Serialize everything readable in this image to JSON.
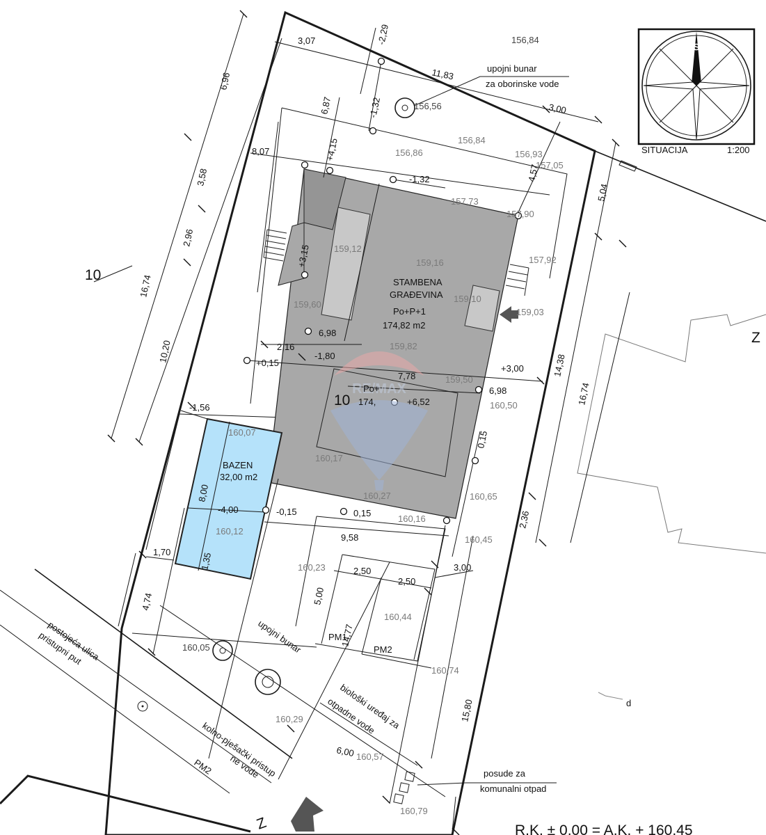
{
  "compass": {
    "title": "SITUACIJA",
    "scale": "1:200"
  },
  "building": {
    "line1": "STAMBENA",
    "line2": "GRAĐEVINA",
    "line3": "Po+P+1",
    "line4": "174,82 m2",
    "lower1": "Po+",
    "lower2": "174,"
  },
  "pool": {
    "title": "BAZEN",
    "area": "32,00 m2"
  },
  "parking": {
    "pm1": "PM1",
    "pm2": "PM2",
    "pm2_street": "PM2"
  },
  "labels": {
    "well1_line1": "upojni bunar",
    "well1_line2": "za oborinske vode",
    "well2": "upojni bunar",
    "bio1": "biološki uređaj za",
    "bio2": "otpadne vode",
    "street1": "postojeća ulica",
    "street2": "pristupni put",
    "access1": "kolno-pješački pristup",
    "access2": "ne vode",
    "bins1": "posude za",
    "bins2": "komunalni otpad",
    "footer": "R.K. ± 0,00 = A.K. + 160,45",
    "side_z": "Z",
    "street_z": "Z",
    "fragment_a": "10",
    "fragment_b": "10",
    "fragment_c": "d"
  },
  "dims": [
    "3,07",
    "2,29",
    "11,83",
    "3,00",
    "6,96",
    "6,87",
    "1,32",
    "8,07",
    "4,15",
    "1,32",
    "4,57",
    "5,04",
    "3,58",
    "2,96",
    "16,74",
    "3,15",
    "10,20",
    "2,16",
    "1,80",
    "0,15",
    "6,98",
    "7,78",
    "3,00",
    "6,98",
    "14,38",
    "16,74",
    "1,56",
    "0,15",
    "8,00",
    "4,00",
    "0,15",
    "0,15",
    "9,58",
    "1,70",
    "1,35",
    "2,50",
    "2,50",
    "3,00",
    "5,00",
    "14,77",
    "2,36",
    "4,74",
    "15,80",
    "6,00",
    "6,52"
  ],
  "elevs": [
    "156,84",
    "156,56",
    "156,84",
    "156,86",
    "156,93",
    "157,05",
    "157,73",
    "157,90",
    "159,12",
    "159,16",
    "157,92",
    "159,60",
    "159,10",
    "159,03",
    "159,82",
    "159,50",
    "160,50",
    "160,07",
    "160,17",
    "160,27",
    "160,16",
    "160,65",
    "160,45",
    "160,12",
    "160,23",
    "160,44",
    "160,05",
    "160,74",
    "160,29",
    "160,57",
    "160,79"
  ],
  "watermark": "RE/MAX"
}
